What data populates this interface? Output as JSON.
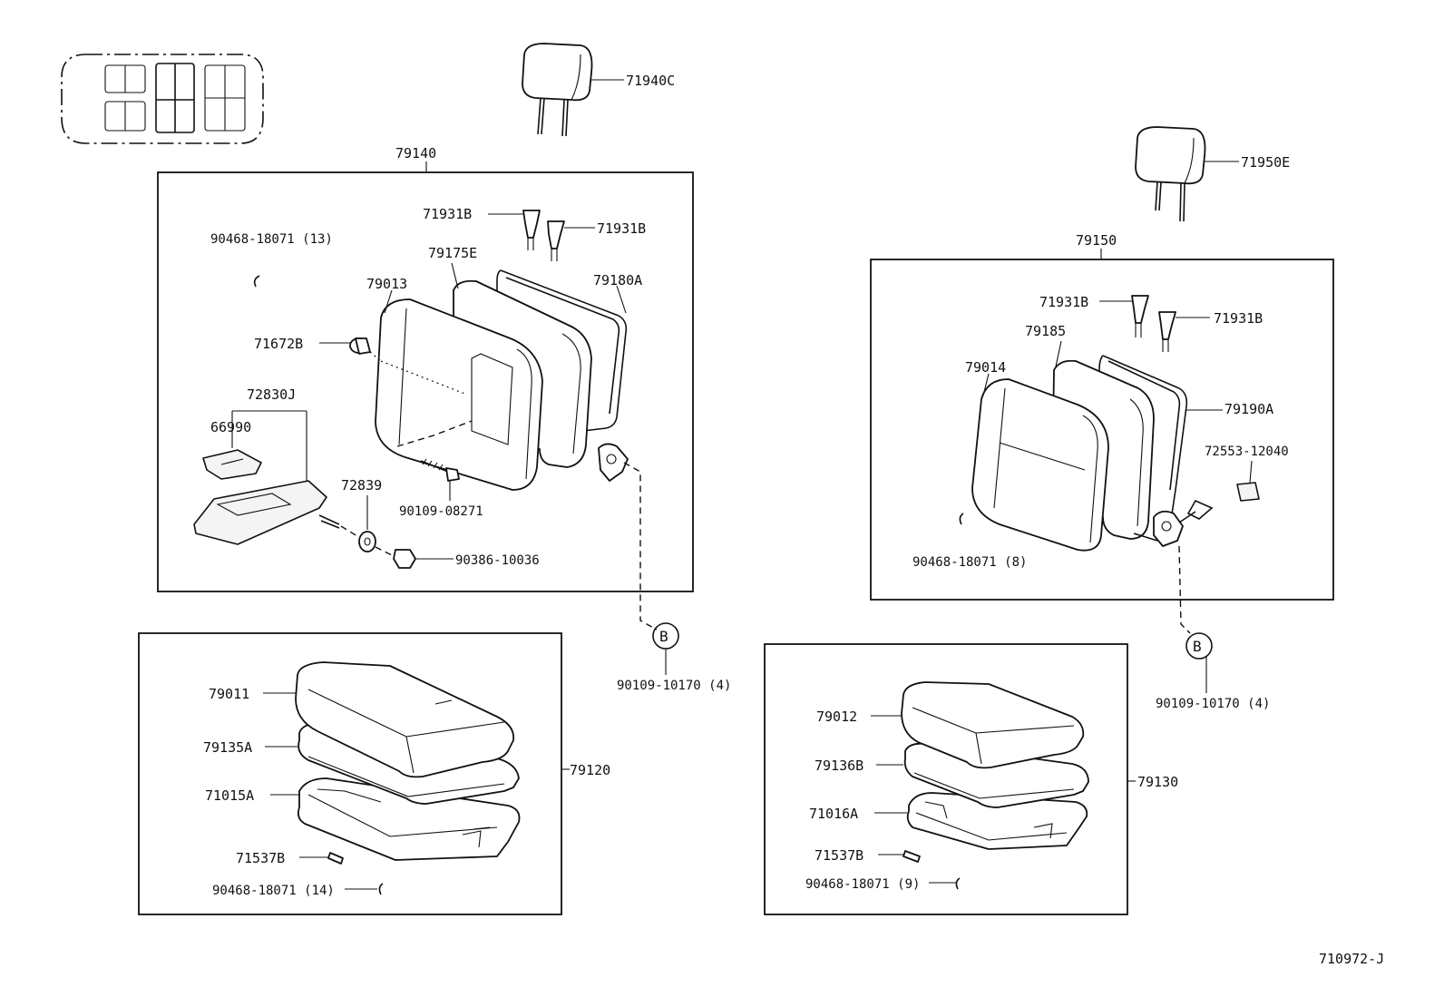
{
  "labels": {
    "headrest_left": "71940C",
    "headrest_right": "71950E",
    "seatback_left_assy": "79140",
    "seatback_right_assy": "79150",
    "clip_left_top": "71931B",
    "clip_left_top2": "71931B",
    "clip_right_top": "71931B",
    "clip_right_top2": "71931B",
    "hogring_left": "90468-18071 (13)",
    "pad_left": "79175E",
    "cover_left": "79013",
    "frame_left": "79180A",
    "cap_left": "71672B",
    "armrest_assy": "72830J",
    "armrest_cover": "66990",
    "bushing": "72839",
    "bolt_armrest": "90109-08271",
    "nut_armrest": "90386-10036",
    "cover_right": "79014",
    "pad_right": "79185",
    "frame_right": "79190A",
    "plate_right": "72553-12040",
    "hogring_right": "90468-18071 (8)",
    "callout_b_left": "B",
    "callout_b_right": "B",
    "bolt_left": "90109-10170 (4)",
    "bolt_right": "90109-10170 (4)",
    "cushion_cover_left": "79011",
    "cushion_pad_left": "79135A",
    "cushion_frame_left": "71015A",
    "cushion_assy_left": "79120",
    "clip_cushion_left": "71537B",
    "hogring_cushion_left": "90468-18071 (14)",
    "cushion_cover_right": "79012",
    "cushion_pad_right": "79136B",
    "cushion_frame_right": "71016A",
    "cushion_assy_right": "79130",
    "clip_cushion_right": "71537B",
    "hogring_cushion_right": "90468-18071 (9)",
    "diagram_id": "710972-J"
  }
}
